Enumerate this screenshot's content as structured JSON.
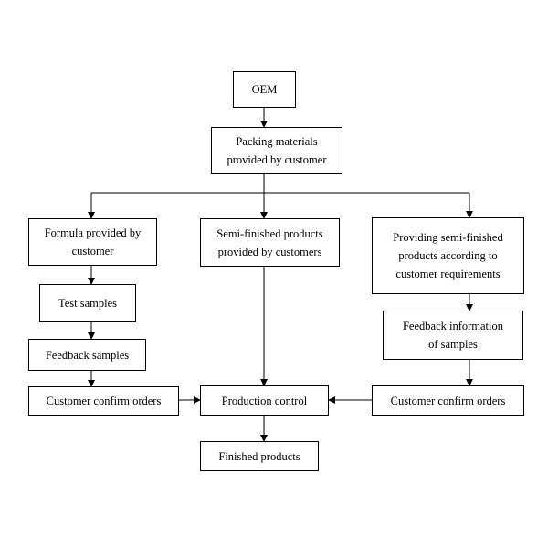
{
  "nodes": {
    "oem": "OEM",
    "packing": "Packing materials\nprovided by customer",
    "formula": "Formula provided by\ncustomer",
    "semi_customers": "Semi-finished products\nprovided by customers",
    "providing_semi": "Providing semi-finished\nproducts according to\ncustomer requirements",
    "test_samples": "Test samples",
    "feedback_samples": "Feedback samples",
    "feedback_info": "Feedback information\nof samples",
    "confirm_left": "Customer confirm orders",
    "production": "Production control",
    "confirm_right": "Customer confirm orders",
    "finished": "Finished products"
  },
  "colors": {
    "line": "#000000",
    "box_border": "#000000",
    "background": "#ffffff"
  }
}
